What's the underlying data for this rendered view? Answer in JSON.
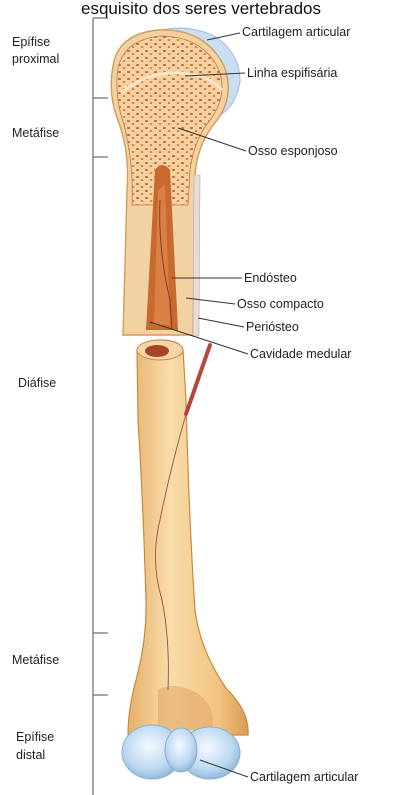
{
  "header_text": "esquisito dos seres vertebrados",
  "regions": {
    "epifise_proximal": [
      "Epífise",
      "proximal"
    ],
    "metafise_top": "Metáfise",
    "diafise": "Diáfise",
    "metafise_bottom": "Metáfise",
    "epifise_distal": [
      "Epífise",
      "distal"
    ]
  },
  "labels": {
    "cartilagem_articular_top": "Cartilagem articular",
    "linha_espifisaria": "Linha espifisária",
    "osso_esponjoso": "Osso esponjoso",
    "endosteo": "Endósteo",
    "osso_compacto": "Osso compacto",
    "periosteo": "Periósteo",
    "cavidade_medular": "Cavidade medular",
    "cartilagem_articular_bottom": "Cartilagem articular"
  },
  "colors": {
    "bone": "#f3c98a",
    "bone_shadow": "#d9a25c",
    "spongy": "#e8a36a",
    "marrow": "#c8692f",
    "cartilage": "#bcd8f0",
    "vessel": "#b5473a"
  }
}
